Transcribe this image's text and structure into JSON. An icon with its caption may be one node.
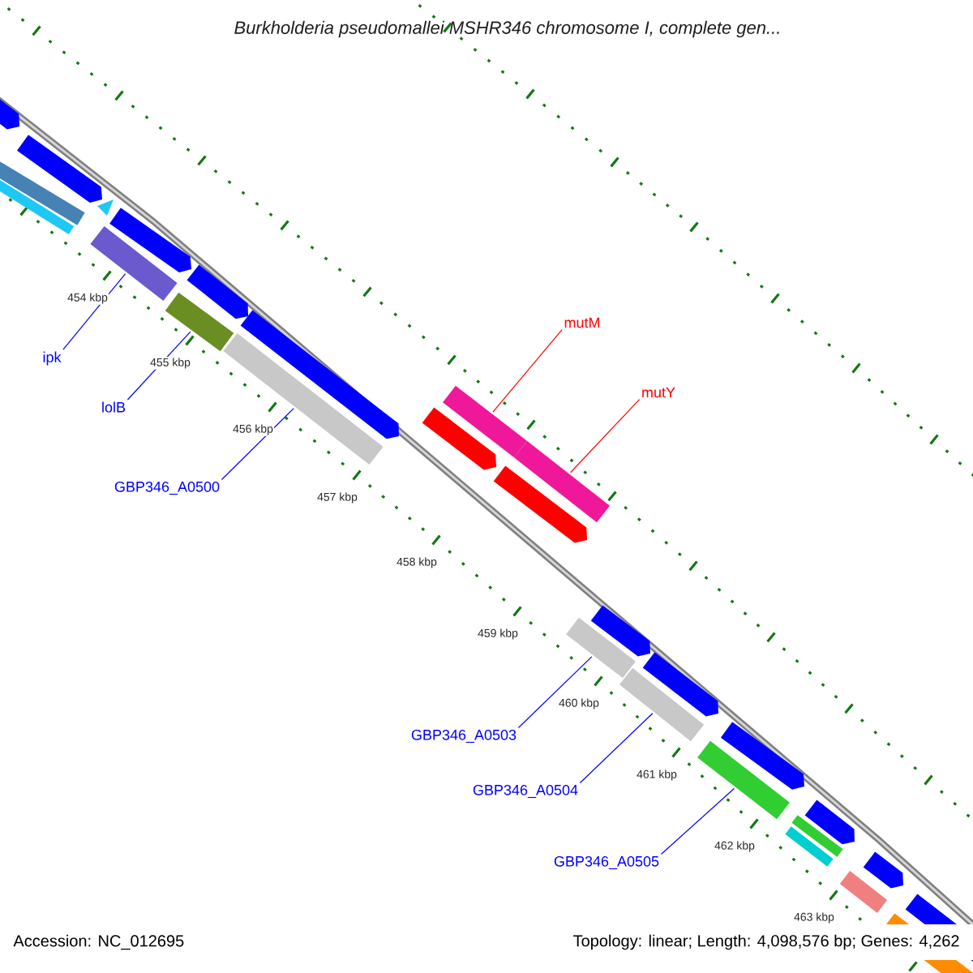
{
  "diagram": {
    "title": "Burkholderia pseudomallei MSHR346 chromosome I, complete gen...",
    "nodes": [
      {
        "text": [
          "ipk"
        ]
      },
      {
        "text": [
          "lolB"
        ]
      },
      {
        "text": [
          "GBP346_A0500"
        ]
      },
      {
        "text": [
          "mutM"
        ]
      },
      {
        "text": [
          "mutY"
        ]
      },
      {
        "text": [
          "GBP346_A0503"
        ]
      },
      {
        "text": [
          "GBP346_A0504"
        ]
      },
      {
        "text": [
          "GBP346_A0505"
        ]
      },
      {
        "text": [],
        "shape": "bar"
      },
      {
        "text": [],
        "shape": "bar"
      },
      {
        "text": [],
        "shape": "bar"
      },
      {
        "text": [],
        "shape": "bar"
      },
      {
        "text": [],
        "shape": "bar"
      },
      {
        "text": [],
        "shape": "bar"
      },
      {
        "text": [],
        "shape": "bar"
      },
      {
        "text": [],
        "shape": "bar"
      }
    ],
    "edges": [
      {
        "from": 0,
        "to": 8,
        "arrow": "none"
      },
      {
        "from": 1,
        "to": 9,
        "arrow": "none"
      },
      {
        "from": 2,
        "to": 10,
        "arrow": "none"
      },
      {
        "from": 3,
        "to": 11,
        "arrow": "none",
        "color": "#ff0000"
      },
      {
        "from": 4,
        "to": 12,
        "arrow": "none",
        "color": "#ff0000"
      },
      {
        "from": 5,
        "to": 13,
        "arrow": "none"
      },
      {
        "from": 6,
        "to": 14,
        "arrow": "none"
      },
      {
        "from": 7,
        "to": 15,
        "arrow": "none"
      }
    ],
    "labels": [
      "454 kbp",
      "455 kbp",
      "456 kbp",
      "457 kbp",
      "458 kbp",
      "459 kbp",
      "460 kbp",
      "461 kbp",
      "462 kbp",
      "463 kbp",
      "Accession: NC_012695",
      "Topology: linear; Length: 4,098,576 bp; Genes: 4,262"
    ]
  }
}
